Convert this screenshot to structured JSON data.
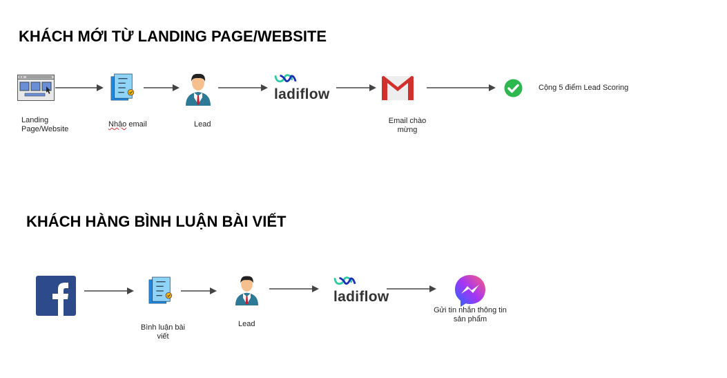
{
  "flow1": {
    "title": "KHÁCH MỚI TỪ LANDING PAGE/WEBSITE",
    "steps": [
      {
        "icon": "browser-window-icon",
        "label_line1": "Landing",
        "label_line2": "Page/Website"
      },
      {
        "icon": "document-form-icon",
        "label_word1": "Nhậo",
        "label_word2": " email"
      },
      {
        "icon": "person-avatar-icon",
        "label": "Lead"
      },
      {
        "icon": "ladiflow-logo",
        "logo_text": "ladiflow"
      },
      {
        "icon": "gmail-icon",
        "label": "Email chào mừng"
      },
      {
        "icon": "green-check-icon",
        "label": "Cộng 5 điểm Lead Scoring"
      }
    ]
  },
  "flow2": {
    "title": "KHÁCH HÀNG BÌNH LUẬN BÀI VIẾT",
    "steps": [
      {
        "icon": "facebook-icon"
      },
      {
        "icon": "document-form-icon",
        "label": "Bình luận bài viết"
      },
      {
        "icon": "person-avatar-icon",
        "label": "Lead"
      },
      {
        "icon": "ladiflow-logo",
        "logo_text": "ladiflow"
      },
      {
        "icon": "messenger-icon",
        "label": "Gửi tin nhắn thông tin sản phẩm"
      }
    ]
  },
  "colors": {
    "arrow": "#444444",
    "facebook": "#2d4a8a",
    "check": "#2db84f",
    "gmail": "#d0312d"
  }
}
